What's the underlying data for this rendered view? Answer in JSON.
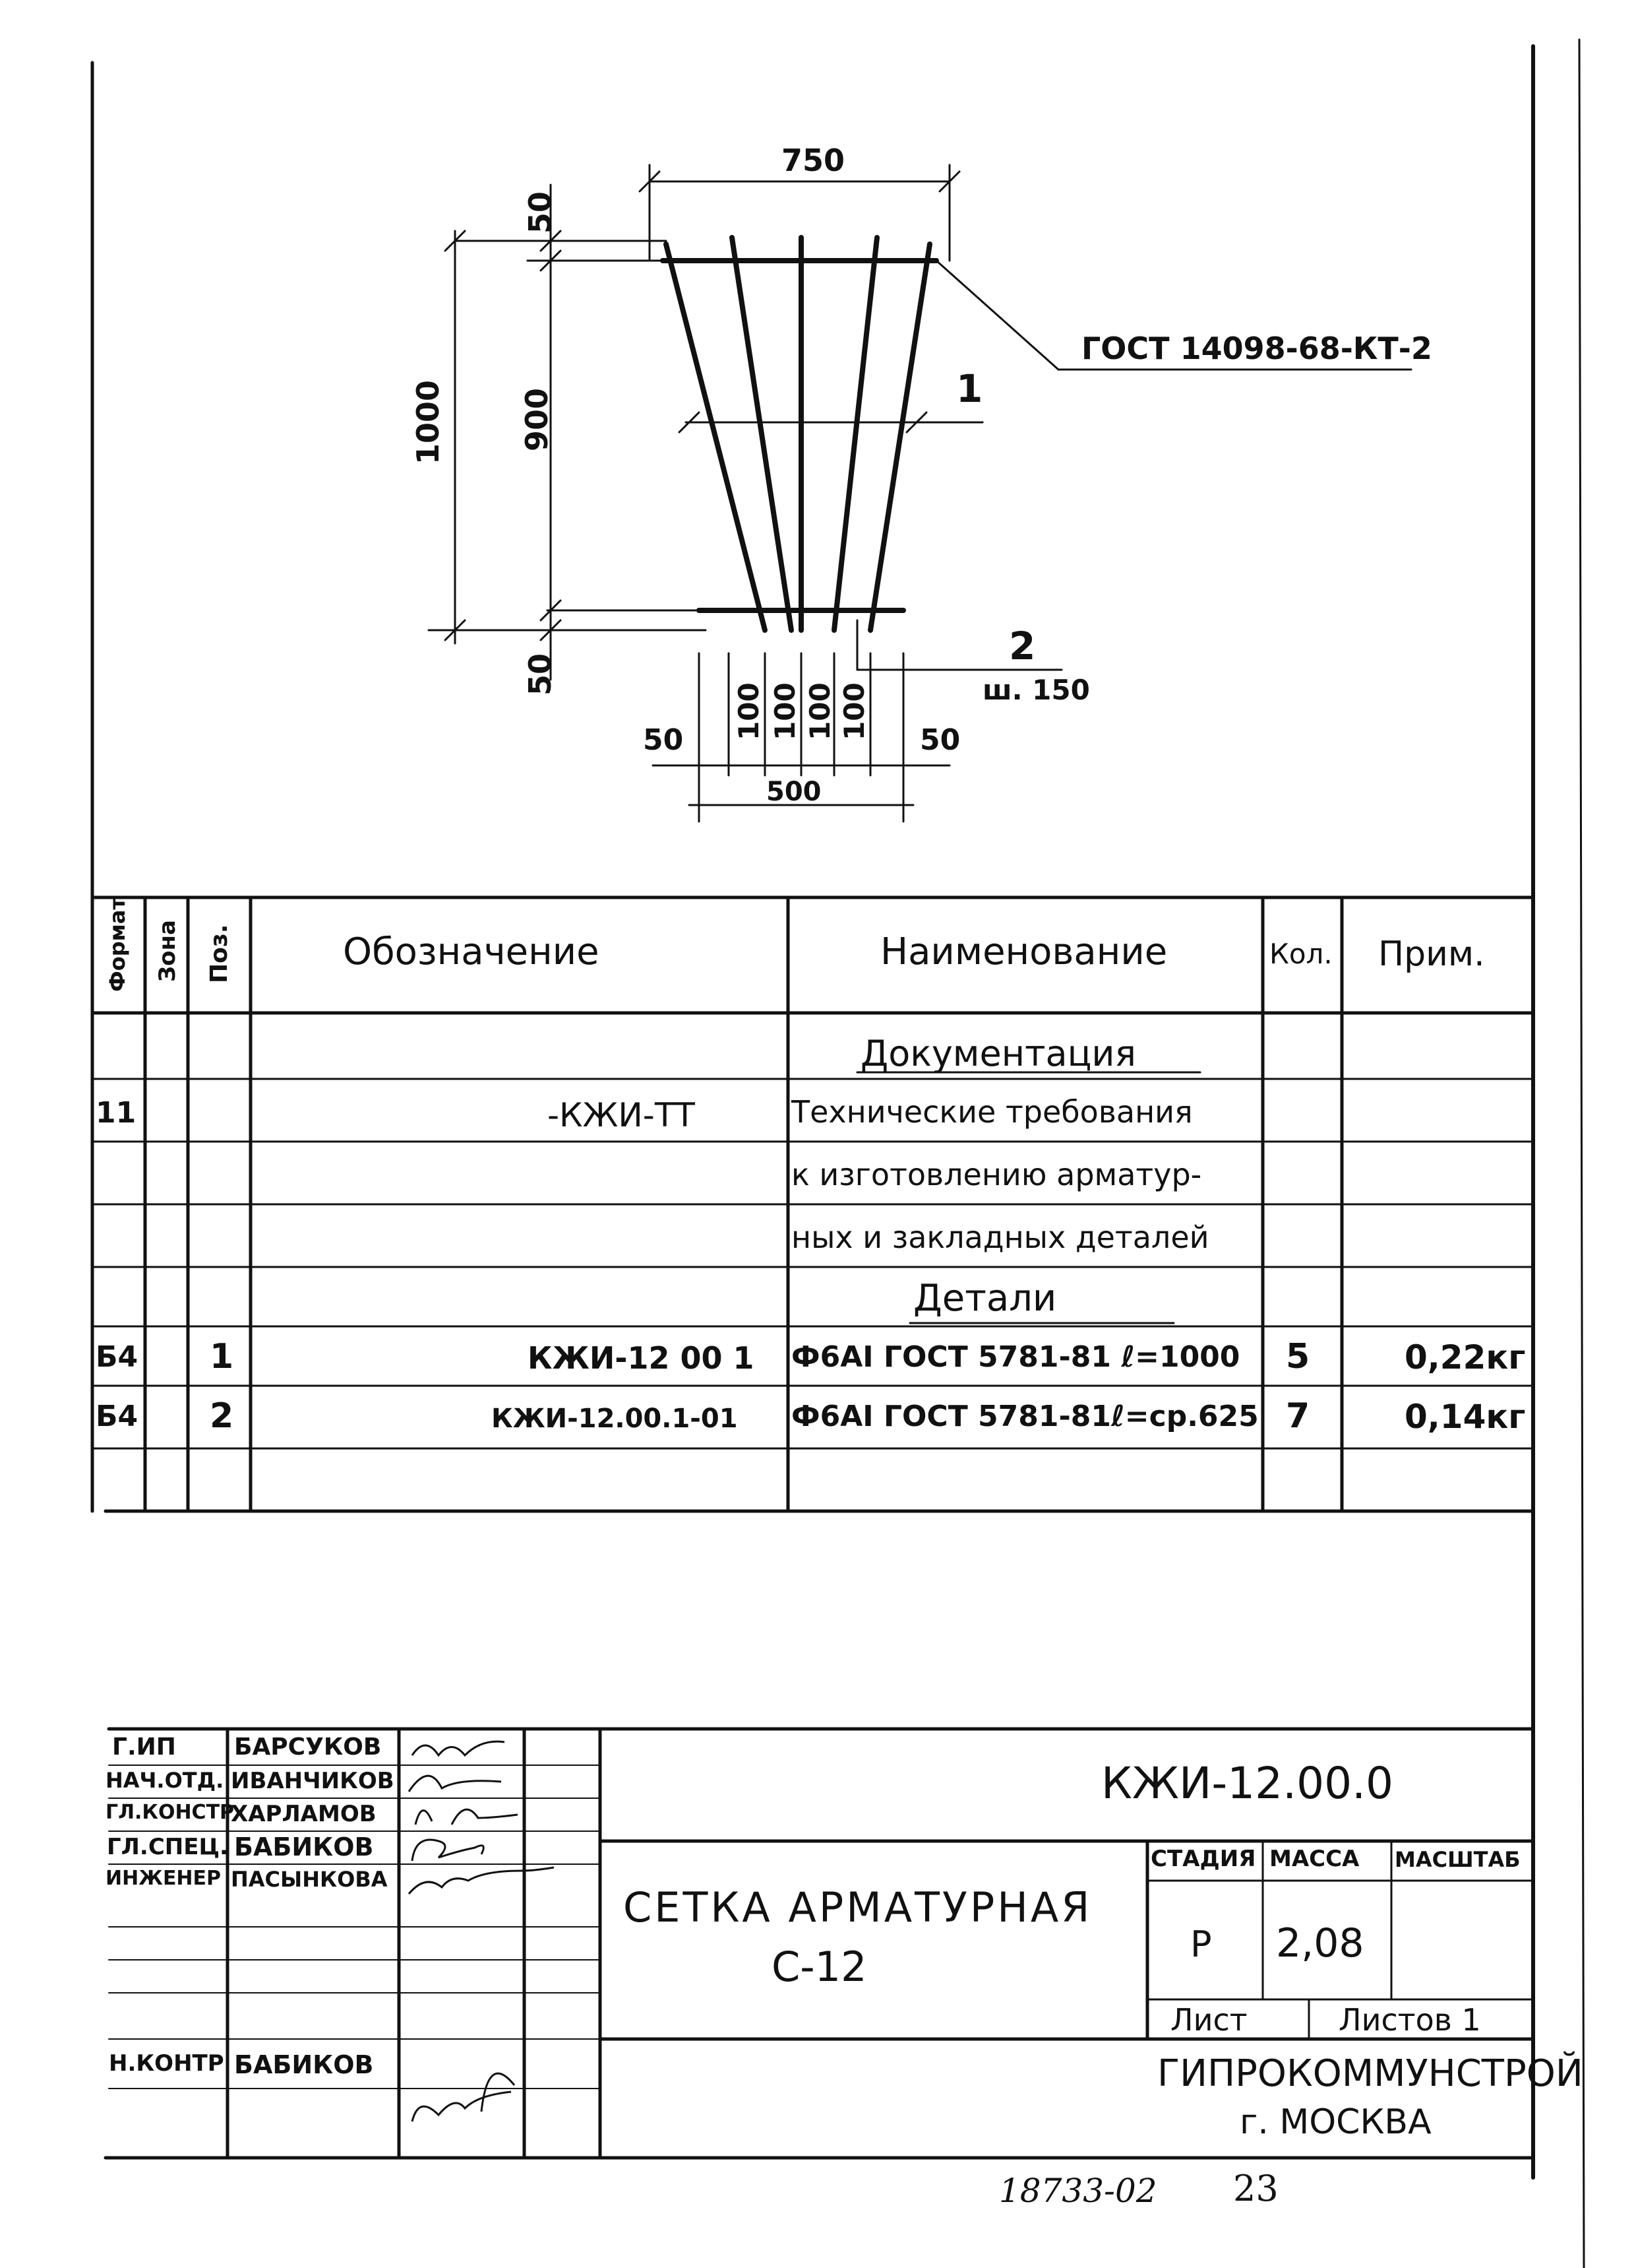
{
  "drawing": {
    "dim_750": "750",
    "dim_1000": "1000",
    "dim_900": "900",
    "dim_50_top": "50",
    "dim_50_bottom": "50",
    "dim_50_left": "50",
    "dim_50_right": "50",
    "dim_100_a": "100",
    "dim_100_b": "100",
    "dim_100_c": "100",
    "dim_100_d": "100",
    "dim_500": "500",
    "gost_callout": "ГОСТ 14098-68-КТ-2",
    "pos1_label": "1",
    "pos2_label": "2",
    "pos2_sublabel": "ш. 150"
  },
  "spec_table": {
    "headers": {
      "format": "Формат",
      "zone": "Зона",
      "pos": "Поз.",
      "designation": "Обозначение",
      "name": "Наименование",
      "qty": "Кол.",
      "note": "Прим."
    },
    "section_docs": "Документация",
    "row_doc": {
      "format": "11",
      "designation": "-КЖИ-ТТ",
      "name_line1": "Технические требования",
      "name_line2": "к изготовлению арматур-",
      "name_line3": "ных и закладных деталей"
    },
    "section_parts": "Детали",
    "rows": [
      {
        "format": "Б4",
        "pos": "1",
        "designation": "КЖИ-12 00 1",
        "name": "Ф6АI ГОСТ 5781-81 ℓ=1000",
        "qty": "5",
        "note": "0,22кг"
      },
      {
        "format": "Б4",
        "pos": "2",
        "designation": "КЖИ-12.00.1-01",
        "name": "Ф6АI ГОСТ 5781-81ℓ=ср.625",
        "qty": "7",
        "note": "0,14кг"
      }
    ]
  },
  "title_block": {
    "people": [
      {
        "role": "Г.ИП",
        "name": "БАРСУКОВ"
      },
      {
        "role": "НАЧ.ОТД.",
        "name": "ИВАНЧИКОВ"
      },
      {
        "role": "ГЛ.КОНСТР",
        "name": "ХАРЛАМОВ"
      },
      {
        "role": "ГЛ.СПЕЦ.",
        "name": "БАБИКОВ"
      },
      {
        "role": "ИНЖЕНЕР",
        "name": "ПАСЫНКОВА"
      }
    ],
    "control": {
      "role": "Н.КОНТР",
      "name": "БАБИКОВ"
    },
    "doc_code": "КЖИ-12.00.0",
    "title_line1": "СЕТКА АРМАТУРНАЯ",
    "title_line2": "С-12",
    "stage_label": "СТАДИЯ",
    "mass_label": "МАССА",
    "scale_label": "МАСШТАБ",
    "stage_value": "Р",
    "mass_value": "2,08",
    "sheet_label": "Лист",
    "sheets_label": "Листов 1",
    "org": "ГИПРОКОММУНСТРОЙ",
    "city": "г. МОСКВА"
  },
  "footer": {
    "inventory": "18733-02",
    "page": "23"
  }
}
